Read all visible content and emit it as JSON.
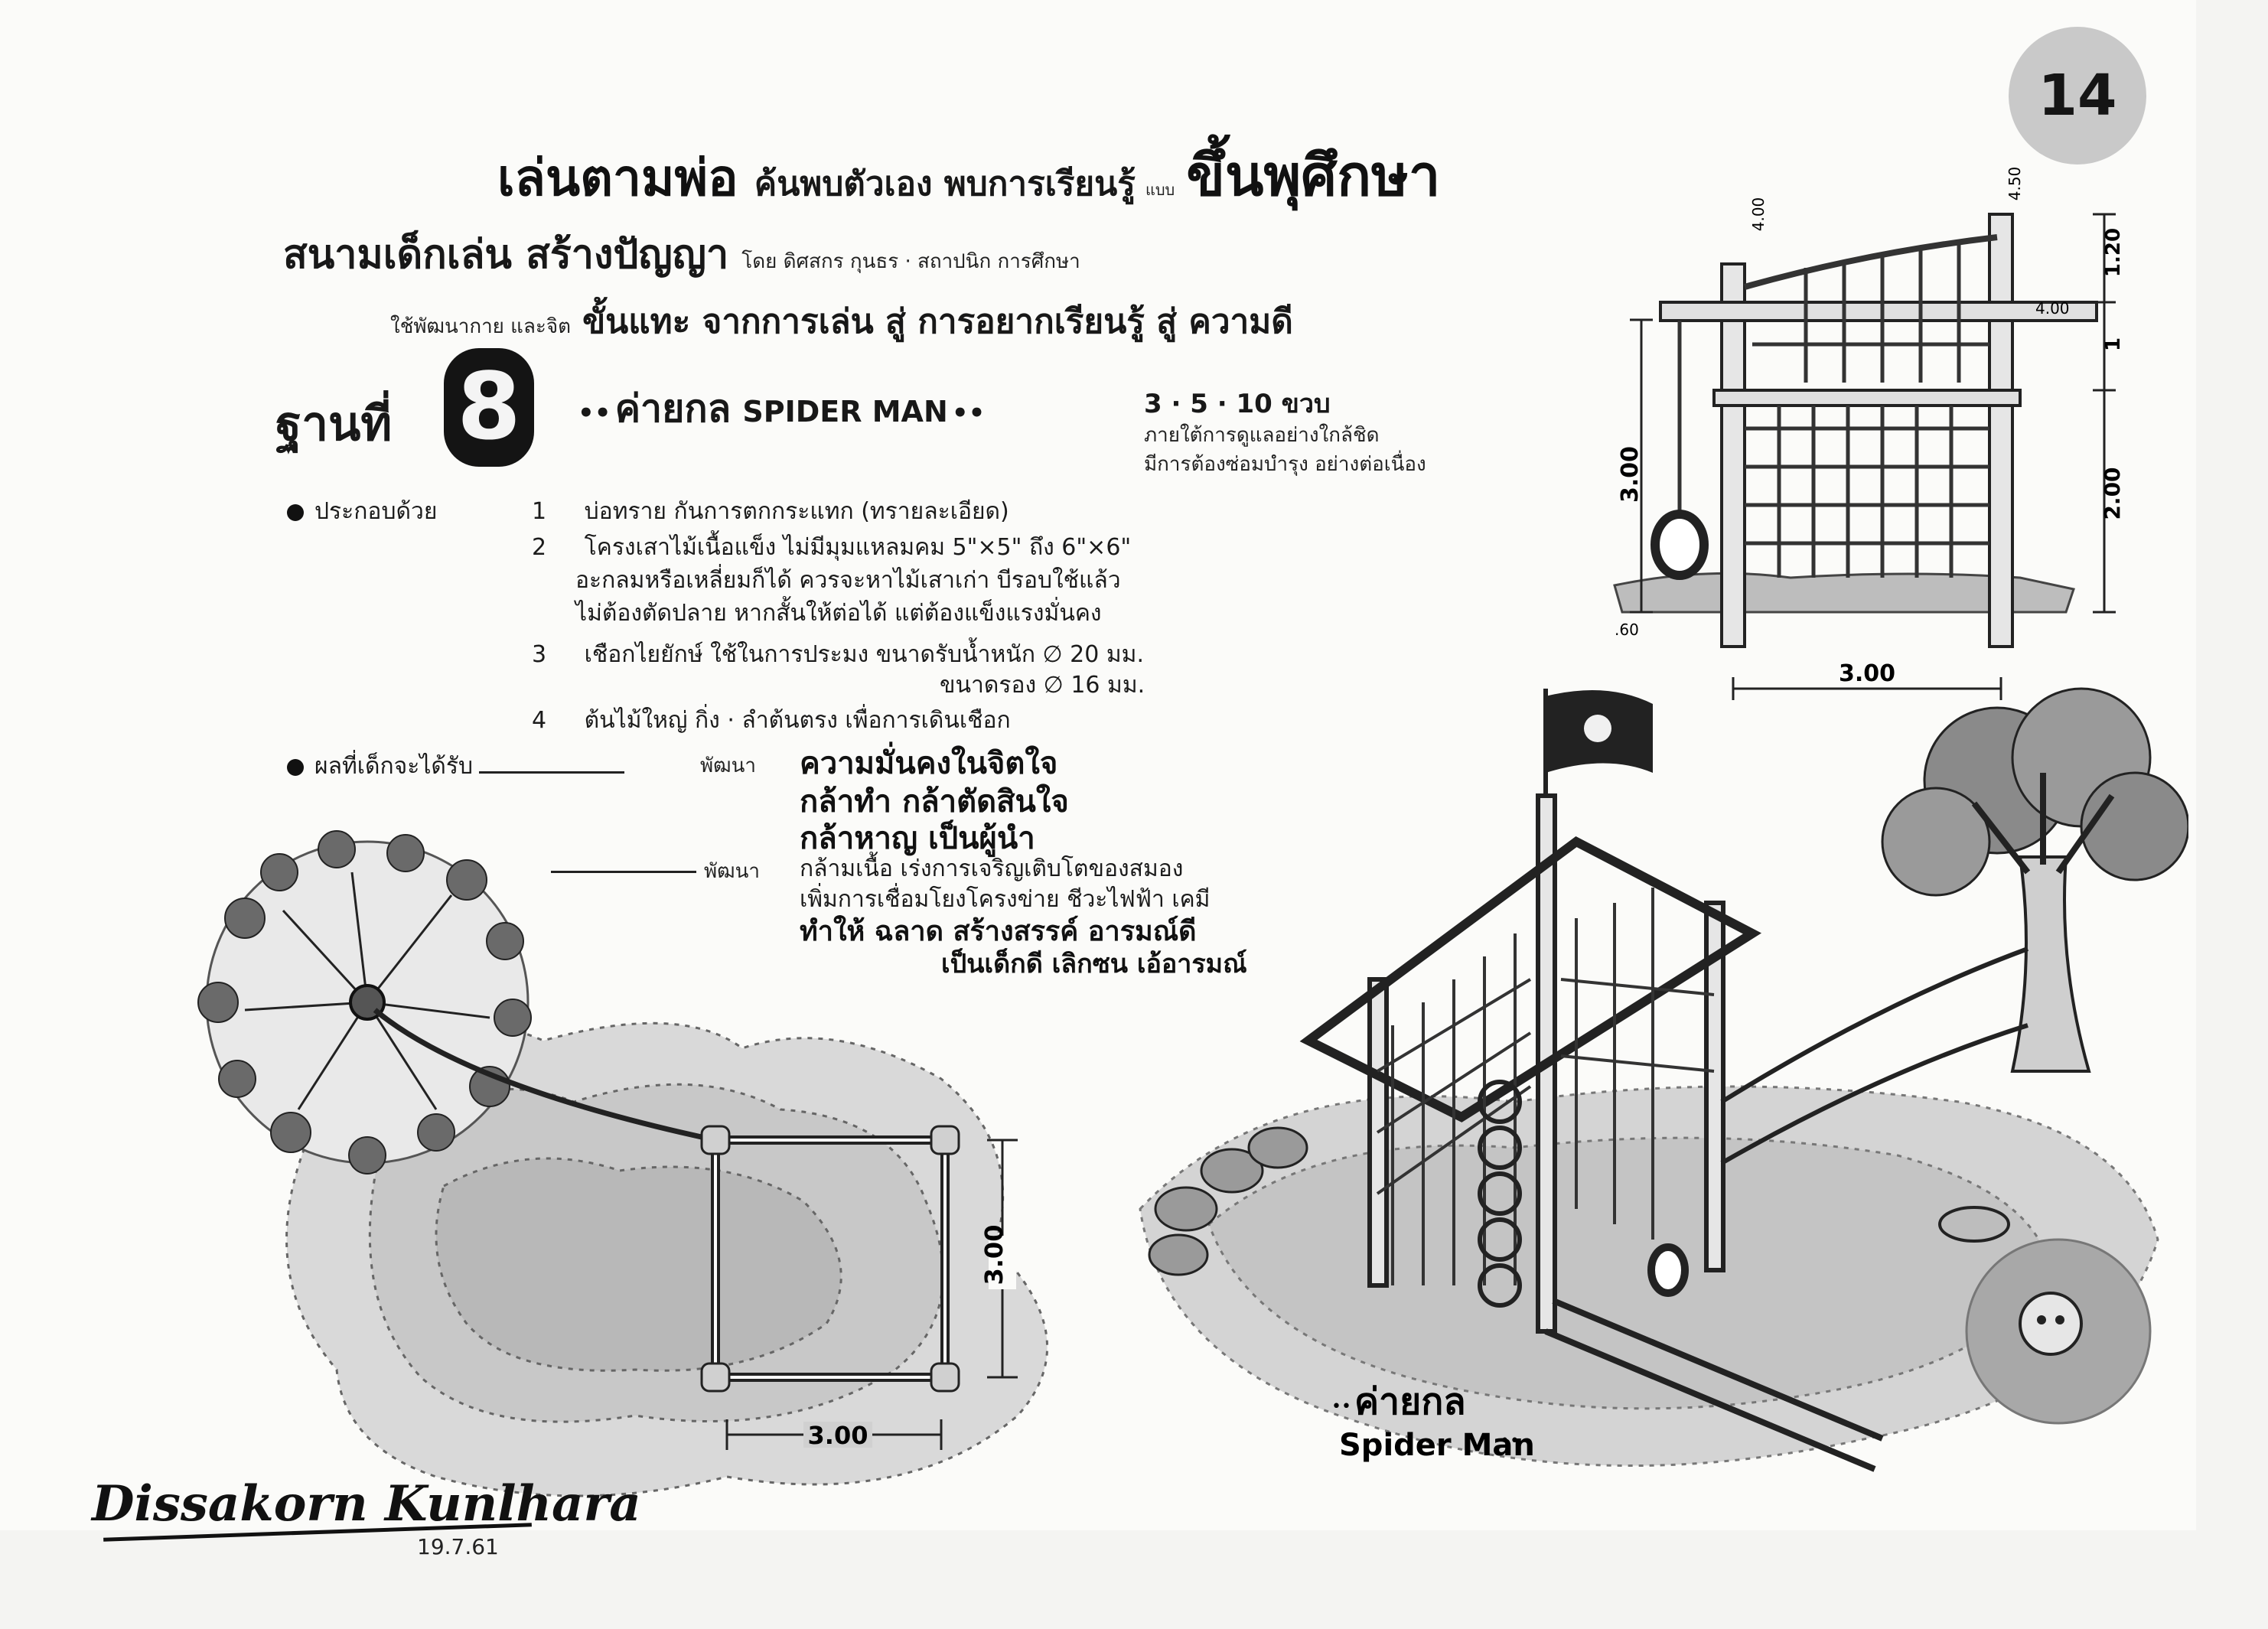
{
  "page_number": "14",
  "title": {
    "line1_part1": "เล่นตามพ่อ",
    "line1_part2": "ค้นพบตัวเอง พบการเรียนรู้",
    "line1_small": "แบบ",
    "line1_part3": "ขึ้นพุศึกษา",
    "line2_main": "สนามเด็กเล่น สร้างปัญญา",
    "line2_credit": "โดย ดิศสกร กุนธร · สถาปนิก การศึกษา",
    "line3_prefix": "ใช้พัฒนากาย และจิต",
    "line3_main": "ขั้นแทะ จากการเล่น สู่ การอยากเรียนรู้ สู่ ความดี"
  },
  "station": {
    "label": "ฐานที่",
    "number": "8",
    "name_th": "ค่ายกล",
    "name_en": "SPIDER MAN",
    "ages": "3 · 5 · 10 ขวบ",
    "note1": "ภายใต้การดูแลอย่างใกล้ชิด",
    "note2": "มีการต้องซ่อมบำรุง อย่างต่อเนื่อง"
  },
  "components": {
    "heading": "ประกอบด้วย",
    "items": [
      {
        "num": "1",
        "lines": [
          "บ่อทราย กันการตกกระแทก (ทรายละเอียด)"
        ]
      },
      {
        "num": "2",
        "lines": [
          "โครงเสาไม้เนื้อแข็ง ไม่มีมุมแหลมคม 5\"×5\" ถึง 6\"×6\"",
          "อะกลมหรือเหลี่ยมก็ได้ ควรจะหาไม้เสาเก่า บีรอบใช้แล้ว",
          "ไม่ต้องตัดปลาย หากสั้นให้ต่อได้ แต่ต้องแข็งแรงมั่นคง"
        ]
      },
      {
        "num": "3",
        "lines": [
          "เชือกไยยักษ์ ใช้ในการประมง ขนาดรับน้ำหนัก ∅ 20 มม.",
          "ขนาดรอง ∅ 16 มม."
        ]
      },
      {
        "num": "4",
        "lines": [
          "ต้นไม้ใหญ่ กิ่ง · ลำต้นตรง เพื่อการเดินเชือก"
        ]
      }
    ]
  },
  "outcomes": {
    "heading": "ผลที่เด็กจะได้รับ",
    "group1_prefix": "พัฒนา",
    "group1_lines": [
      "ความมั่นคงในจิตใจ",
      "กล้าทำ กล้าตัดสินใจ",
      "กล้าหาญ เป็นผู้นำ"
    ],
    "group2_prefix": "พัฒนา",
    "group2_lines": [
      "กล้ามเนื้อ เร่งการเจริญเติบโตของสมอง",
      "เพิ่มการเชื่อมโยงโครงข่าย ชีวะไฟฟ้า เคมี",
      "ทำให้ ฉลาด สร้างสรรค์ อารมณ์ดี",
      "เป็นเด็กดี เลิกซน เอ้อารมณ์"
    ]
  },
  "drawing_labels": {
    "elev_h1": "1.20",
    "elev_h2": "1",
    "elev_h3": "2.00",
    "elev_h4": "3.00",
    "elev_w": "3.00",
    "elev_top1": "4.00",
    "elev_top2": "4.50",
    "elev_side": "4.00",
    "elev_base": ".60",
    "plan_w": "3.00",
    "plan_h": "3.00",
    "caption_th": "ค่ายกล",
    "caption_en": "Spider Man"
  },
  "signature": {
    "name": "Dissakorn Kunlhara",
    "date": "19.7.61"
  }
}
